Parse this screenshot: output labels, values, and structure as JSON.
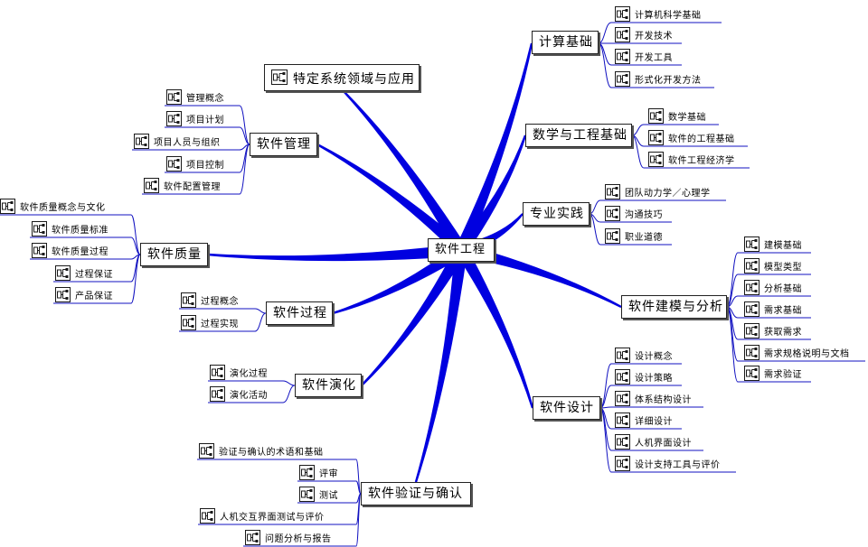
{
  "center": "软件工程",
  "branches": [
    {
      "label": "特定系统领域与应用",
      "leaves": []
    },
    {
      "label": "计算基础",
      "leaves": [
        "计算机科学基础",
        "开发技术",
        "开发工具",
        "形式化开发方法"
      ]
    },
    {
      "label": "数学与工程基础",
      "leaves": [
        "数学基础",
        "软件的工程基础",
        "软件工程经济学"
      ]
    },
    {
      "label": "专业实践",
      "leaves": [
        "团队动力学／心理学",
        "沟通技巧",
        "职业道德"
      ]
    },
    {
      "label": "软件建模与分析",
      "leaves": [
        "建模基础",
        "模型类型",
        "分析基础",
        "需求基础",
        "获取需求",
        "需求规格说明与文档",
        "需求验证"
      ]
    },
    {
      "label": "软件设计",
      "leaves": [
        "设计概念",
        "设计策略",
        "体系结构设计",
        "详细设计",
        "人机界面设计",
        "设计支持工具与评价"
      ]
    },
    {
      "label": "软件验证与确认",
      "leaves": [
        "验证与确认的术语和基础",
        "评审",
        "测试",
        "人机交互界面测试与评价",
        "问题分析与报告"
      ]
    },
    {
      "label": "软件演化",
      "leaves": [
        "演化过程",
        "演化活动"
      ]
    },
    {
      "label": "软件过程",
      "leaves": [
        "过程概念",
        "过程实现"
      ]
    },
    {
      "label": "软件质量",
      "leaves": [
        "软件质量概念与文化",
        "软件质量标准",
        "软件质量过程",
        "过程保证",
        "产品保证"
      ]
    },
    {
      "label": "软件管理",
      "leaves": [
        "管理概念",
        "项目计划",
        "项目人员与组织",
        "项目控制",
        "软件配置管理"
      ]
    }
  ],
  "colors": {
    "trunk": "#0000e0",
    "connector": "#1010c0",
    "icon_box": "#1a1a1a",
    "shadow": "#555555"
  }
}
